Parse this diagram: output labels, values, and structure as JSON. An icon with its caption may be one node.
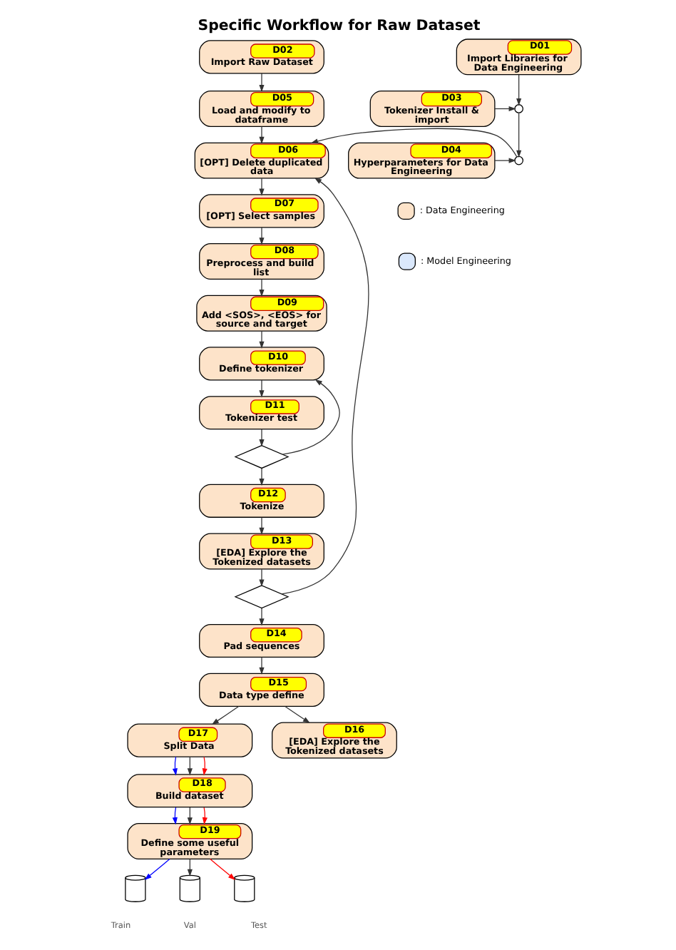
{
  "diagram": {
    "title": "Specific Workflow for Raw Dataset",
    "nodes": [
      {
        "text": [
          "D02",
          "Import Raw Dataset"
        ]
      },
      {
        "text": [
          "D01",
          "Import Libraries for Data Engineering"
        ]
      },
      {
        "text": [
          "D05",
          "Load and modify to dataframe"
        ]
      },
      {
        "text": [
          "D03",
          "Tokenizer Install & import"
        ]
      },
      {
        "text": [],
        "shape": "circle"
      },
      {
        "text": [
          "D06",
          "[OPT] Delete duplicated data"
        ]
      },
      {
        "text": [
          "D04",
          "Hyperparameters for Data Engineering"
        ]
      },
      {
        "text": [],
        "shape": "circle"
      },
      {
        "text": [
          "D07",
          "[OPT] Select samples"
        ]
      },
      {
        "text": [
          "D08",
          "Preprocess and build list"
        ]
      },
      {
        "text": [
          "D09",
          "Add <SOS>, <EOS> for source and target"
        ]
      },
      {
        "text": [
          "D10",
          "Define tokenizer"
        ]
      },
      {
        "text": [
          "D11",
          "Tokenizer test"
        ]
      },
      {
        "text": [],
        "shape": "diamond"
      },
      {
        "text": [
          "D12",
          "Tokenize"
        ]
      },
      {
        "text": [
          "D13",
          "[EDA] Explore the Tokenized datasets"
        ]
      },
      {
        "text": [],
        "shape": "diamond"
      },
      {
        "text": [
          "D14",
          "Pad sequences"
        ]
      },
      {
        "text": [
          "D15",
          "Data type define"
        ]
      },
      {
        "text": [
          "D16",
          "[EDA] Explore the Tokenized datasets"
        ]
      },
      {
        "text": [
          "D17",
          "Split Data"
        ]
      },
      {
        "text": [
          "D18",
          "Build dataset"
        ]
      },
      {
        "text": [
          "D19",
          "Define some useful parameters"
        ]
      },
      {
        "text": [],
        "shape": "cylinder",
        "beside": [
          "Train"
        ]
      },
      {
        "text": [],
        "shape": "cylinder",
        "beside": [
          "Val"
        ]
      },
      {
        "text": [],
        "shape": "cylinder",
        "beside": [
          "Test"
        ]
      }
    ],
    "edges": [
      {
        "from": 0,
        "to": 2,
        "arrow": "to"
      },
      {
        "from": 2,
        "to": 5,
        "arrow": "to"
      },
      {
        "from": 1,
        "to": 4,
        "arrow": "to"
      },
      {
        "from": 3,
        "to": 4,
        "arrow": "to"
      },
      {
        "from": 4,
        "to": 7,
        "arrow": "to"
      },
      {
        "from": 6,
        "to": 7,
        "arrow": "to"
      },
      {
        "from": 7,
        "to": 5,
        "arrow": "to"
      },
      {
        "from": 5,
        "to": 8,
        "arrow": "to"
      },
      {
        "from": 8,
        "to": 9,
        "arrow": "to"
      },
      {
        "from": 9,
        "to": 10,
        "arrow": "to"
      },
      {
        "from": 10,
        "to": 11,
        "arrow": "to"
      },
      {
        "from": 11,
        "to": 12,
        "arrow": "to"
      },
      {
        "from": 12,
        "to": 13,
        "arrow": "to"
      },
      {
        "from": 13,
        "to": 11,
        "arrow": "to"
      },
      {
        "from": 13,
        "to": 14,
        "arrow": "to"
      },
      {
        "from": 14,
        "to": 15,
        "arrow": "to"
      },
      {
        "from": 15,
        "to": 16,
        "arrow": "to"
      },
      {
        "from": 16,
        "to": 5,
        "arrow": "to"
      },
      {
        "from": 16,
        "to": 17,
        "arrow": "to"
      },
      {
        "from": 17,
        "to": 18,
        "arrow": "to"
      },
      {
        "from": 18,
        "to": 19,
        "arrow": "to"
      },
      {
        "from": 18,
        "to": 20,
        "arrow": "to"
      },
      {
        "from": 20,
        "to": 21,
        "arrow": "to",
        "color": "#0000ff"
      },
      {
        "from": 20,
        "to": 21,
        "arrow": "to"
      },
      {
        "from": 20,
        "to": 21,
        "arrow": "to",
        "color": "#ff0000"
      },
      {
        "from": 21,
        "to": 22,
        "arrow": "to",
        "color": "#0000ff"
      },
      {
        "from": 21,
        "to": 22,
        "arrow": "to"
      },
      {
        "from": 21,
        "to": 22,
        "arrow": "to",
        "color": "#ff0000"
      },
      {
        "from": 22,
        "to": 23,
        "arrow": "to",
        "color": "#0000ff"
      },
      {
        "from": 22,
        "to": 24,
        "arrow": "to"
      },
      {
        "from": 22,
        "to": 25,
        "arrow": "to",
        "color": "#ff0000"
      }
    ],
    "legend": [
      {
        "text": ": Data Engineering",
        "color": "#fde3c9"
      },
      {
        "text": ": Model Engineering",
        "color": "#dae8fc"
      }
    ]
  }
}
